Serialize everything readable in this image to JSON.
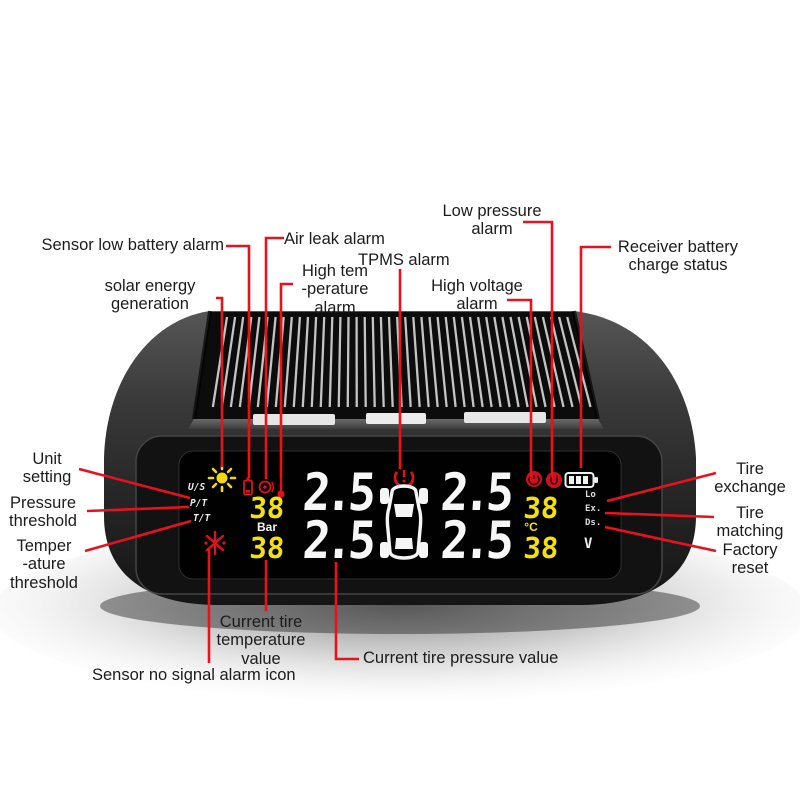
{
  "device": {
    "name": "solar TPMS display",
    "screen": {
      "mode_labels": {
        "us": "U/S",
        "pt": "P/T",
        "tt": "T/T"
      },
      "left_top_value": "38",
      "left_unit": "Bar",
      "left_bottom_value": "38",
      "tires": {
        "front_left": "2.5",
        "rear_left": "2.5",
        "front_right": "2.5",
        "rear_right": "2.5"
      },
      "right_top_value": "38",
      "right_unit": "°C",
      "right_bottom_value": "38",
      "function_labels": {
        "lo": "Lo",
        "ex": "Ex.",
        "ds": "Ds.",
        "volt": "V"
      }
    }
  },
  "callouts": {
    "sensor_low_battery": "Sensor low battery alarm",
    "air_leak": "Air leak alarm",
    "tpms": "TPMS alarm",
    "high_temperature": "High tem\n-perature\nalarm",
    "low_pressure": "Low pressure\nalarm",
    "high_voltage": "High voltage\nalarm",
    "receiver_battery": "Receiver battery\ncharge status",
    "solar": "solar energy\ngeneration",
    "unit_setting": "Unit\nsetting",
    "pressure_threshold": "Pressure\nthreshold",
    "temperature_threshold": "Temper\n-ature\nthreshold",
    "tire_exchange": "Tire\nexchange",
    "tire_matching": "Tire\nmatching",
    "factory_reset": "Factory\nreset",
    "current_temperature": "Current tire\ntemperature\nvalue",
    "current_pressure": "Current tire pressure value",
    "no_signal": "Sensor no signal alarm icon"
  },
  "colors": {
    "callout_red": "#e8111e",
    "alarm_red": "#e01020",
    "lcd_yellow": "#f2e10c",
    "lcd_white": "#f7f7f7"
  }
}
